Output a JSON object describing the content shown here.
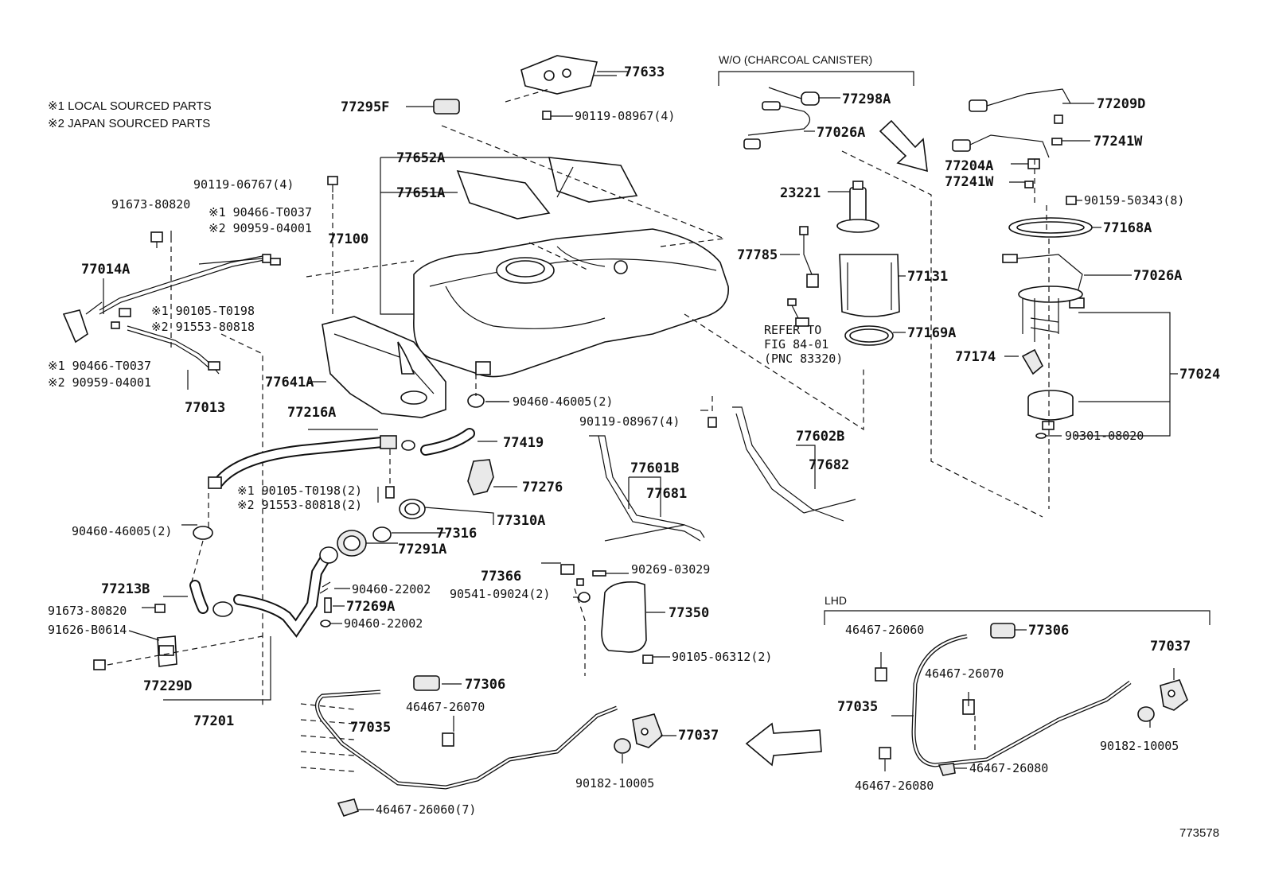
{
  "notes": {
    "local": "※1 LOCAL SOURCED PARTS",
    "japan": "※2 JAPAN SOURCED PARTS"
  },
  "sections": {
    "wo_canister": "W/O (CHARCOAL CANISTER)",
    "lhd": "LHD",
    "refer1": "REFER TO",
    "refer2": "FIG 84-01",
    "refer3": "(PNC 83320)"
  },
  "figure_id": "773578",
  "parts": {
    "p77633": "77633",
    "p90119_08967_4a": "90119-08967(4)",
    "p77295F": "77295F",
    "p77298A": "77298A",
    "p77026A_top": "77026A",
    "p77209D": "77209D",
    "p77241W_a": "77241W",
    "p77204A": "77204A",
    "p77241W_b": "77241W",
    "p90159_50343_8": "90159-50343(8)",
    "p77168A": "77168A",
    "p77026A_right": "77026A",
    "p77652A": "77652A",
    "p77651A": "77651A",
    "p90119_06767_4": "90119-06767(4)",
    "p91673_80820_a": "91673-80820",
    "p90466_T0037_a": "※1 90466-T0037",
    "p90959_04001_a": "※2 90959-04001",
    "p77100": "77100",
    "p77014A": "77014A",
    "p90105_T0198_a": "※1 90105-T0198",
    "p91553_80818_a": "※2 91553-80818",
    "p90466_T0037_b": "※1 90466-T0037",
    "p90959_04001_b": "※2 90959-04001",
    "p77013": "77013",
    "p77641A": "77641A",
    "p23221": "23221",
    "p77785": "77785",
    "p77131": "77131",
    "p77169A": "77169A",
    "p77174": "77174",
    "p77024": "77024",
    "p90301_08020": "90301-08020",
    "p90460_46005_2a": "90460-46005(2)",
    "p90119_08967_4b": "90119-08967(4)",
    "p77216A": "77216A",
    "p77419": "77419",
    "p77602B": "77602B",
    "p77682": "77682",
    "p77601B": "77601B",
    "p77681": "77681",
    "p77276": "77276",
    "p90105_T0198_b": "※1 90105-T0198(2)",
    "p91553_80818_b": "※2 91553-80818(2)",
    "p77310A": "77310A",
    "p90460_46005_2b": "90460-46005(2)",
    "p77316": "77316",
    "p77291A": "77291A",
    "p77366": "77366",
    "p90269_03029": "90269-03029",
    "p90541_09024_2": "90541-09024(2)",
    "p77213B": "77213B",
    "p90460_22002_a": "90460-22002",
    "p77269A": "77269A",
    "p91673_80820_b": "91673-80820",
    "p90460_22002_b": "90460-22002",
    "p77350": "77350",
    "p91626_B0614": "91626-B0614",
    "p90105_06312_2": "90105-06312(2)",
    "p77229D": "77229D",
    "p77201": "77201",
    "p77306_a": "77306",
    "p46467_26070_a": "46467-26070",
    "p77035_a": "77035",
    "p77037_a": "77037",
    "p90182_10005_a": "90182-10005",
    "p46467_26060_7": "46467-26060(7)",
    "p46467_26060": "46467-26060",
    "p77306_b": "77306",
    "p77037_b": "77037",
    "p46467_26070_b": "46467-26070",
    "p77035_b": "77035",
    "p90182_10005_b": "90182-10005",
    "p46467_26080_a": "46467-26080",
    "p46467_26080_b": "46467-26080"
  }
}
